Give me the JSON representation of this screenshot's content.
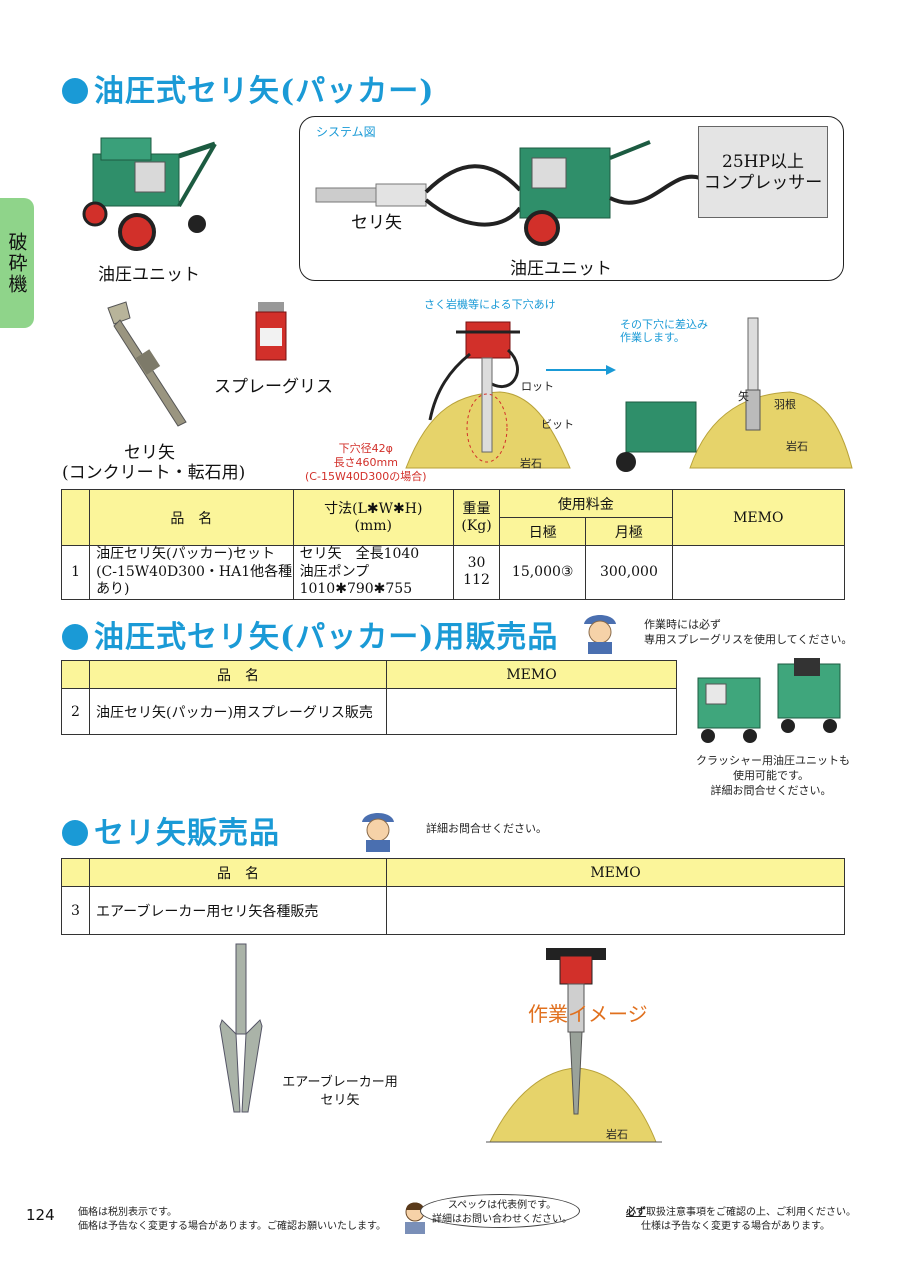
{
  "side_tab": "破砕機",
  "section1": {
    "title": "油圧式セリ矢(パッカー)",
    "unit_caption": "油圧ユニット",
    "spray_caption": "スプレーグリス",
    "serinya_caption_1": "セリ矢",
    "serinya_caption_2": "(コンクリート・転石用)",
    "system": {
      "label": "システム図",
      "serinya": "セリ矢",
      "unit": "油圧ユニット",
      "comp_1": "25HP以上",
      "comp_2": "コンプレッサー"
    },
    "process": {
      "drill_title": "さく岩機等による下穴あけ",
      "rod": "ロット",
      "bit": "ビット",
      "rock": "岩石",
      "hole_1": "下穴径42φ",
      "hole_2": "長さ460mm",
      "hole_3": "(C-15W40D300の場合)",
      "insert_1": "その下穴に差込み",
      "insert_2": "作業します。",
      "wing": "羽根",
      "arrow": "矢",
      "rock2": "岩石"
    },
    "table": {
      "h_name": "品　名",
      "h_size_1": "寸法(L✱W✱H)",
      "h_size_2": "(mm)",
      "h_weight_1": "重量",
      "h_weight_2": "(Kg)",
      "h_fee": "使用料金",
      "h_day": "日極",
      "h_month": "月極",
      "h_memo": "MEMO",
      "row": {
        "no": "1",
        "name_1": "油圧セリ矢(パッカー)セット",
        "name_2": "(C-15W40D300・HA1他各種あり)",
        "size_1": "セリ矢　全長1040",
        "size_2": "油圧ポンプ1010✱790✱755",
        "w_1": "30",
        "w_2": "112",
        "day": "15,000③",
        "month": "300,000",
        "memo": ""
      }
    }
  },
  "section2": {
    "title": "油圧式セリ矢(パッカー)用販売品",
    "note_1": "作業時には必ず",
    "note_2": "専用スプレーグリスを使用してください。",
    "table": {
      "h_name": "品　名",
      "h_memo": "MEMO",
      "row": {
        "no": "2",
        "name": "油圧セリ矢(パッカー)用スプレーグリス販売",
        "memo": ""
      }
    },
    "crusher_1": "クラッシャー用油圧ユニットも",
    "crusher_2": "使用可能です。",
    "crusher_3": "詳細お問合せください。"
  },
  "section3": {
    "title": "セリ矢販売品",
    "note": "詳細お問合せください。",
    "table": {
      "h_name": "品　名",
      "h_memo": "MEMO",
      "row": {
        "no": "3",
        "name": "エアーブレーカー用セリ矢各種販売",
        "memo": ""
      }
    },
    "bit_caption_1": "エアーブレーカー用",
    "bit_caption_2": "セリ矢",
    "work_image": "作業イメージ",
    "rock": "岩石"
  },
  "footer": {
    "page": "124",
    "left_1": "価格は税別表示です。",
    "left_2": "価格は予告なく変更する場合があります。ご確認お願いいたします。",
    "bubble_1": "スペックは代表例です。",
    "bubble_2": "詳細はお問い合わせください。",
    "right_em": "必ず",
    "right_1": "取扱注意事項をご確認の上、ご利用ください。",
    "right_2": "仕様は予告なく変更する場合があります。"
  },
  "colors": {
    "accent_blue": "#1a9ad6",
    "table_header": "#fbf59a",
    "tab_green": "#8fd48a",
    "sand": "#e6d36a",
    "red": "#d2302a"
  }
}
